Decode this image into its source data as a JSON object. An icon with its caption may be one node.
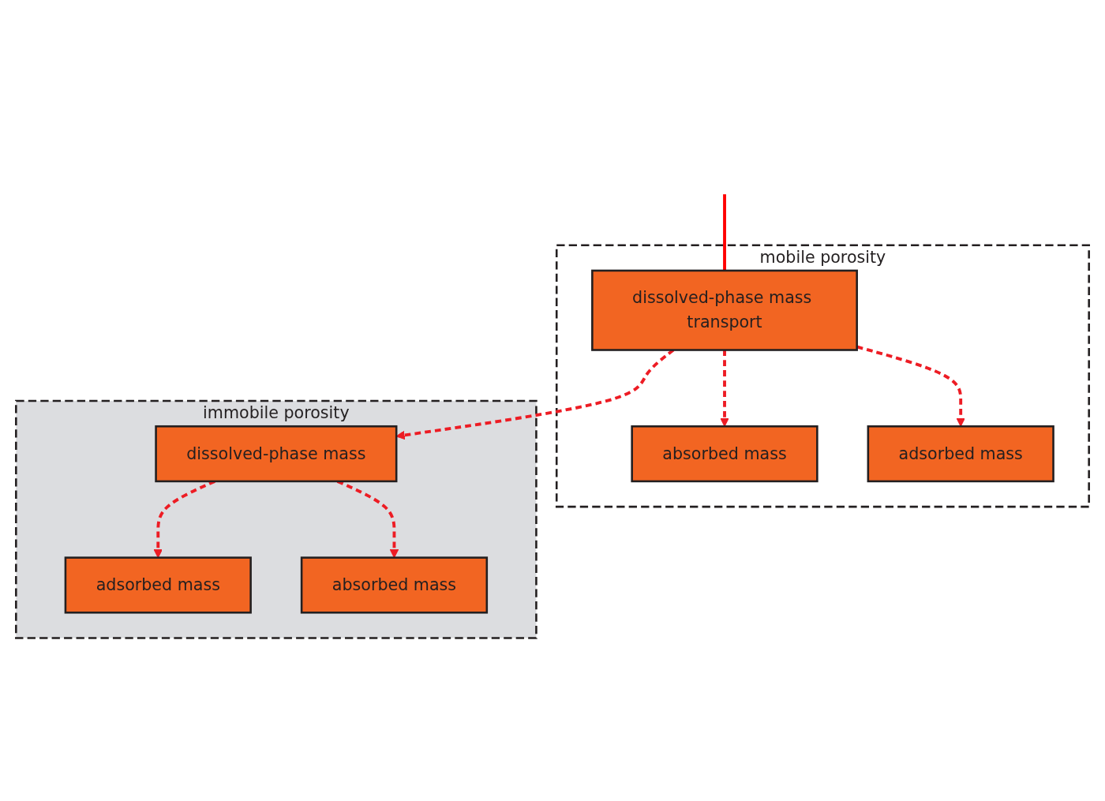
{
  "diagram": {
    "nodes": [
      {
        "text": [
          "mobile porosity"
        ]
      },
      {
        "text": [
          "absorbed mass"
        ],
        "in": 0
      },
      {
        "text": [
          "adsorbed mass"
        ],
        "in": 0
      },
      {
        "text": [
          "dissolved-phase mass transport"
        ],
        "in": 0
      },
      {
        "text": [
          "immobile porosity"
        ]
      },
      {
        "text": [
          "adsorbed mass"
        ],
        "in": 4
      },
      {
        "text": [
          "dissolved-phase mass"
        ],
        "in": 4
      },
      {
        "text": [
          "absorbed mass"
        ],
        "in": 4
      }
    ],
    "edges": [
      {
        "from": null,
        "to": 3,
        "arrow": "none",
        "color": "#ff0000"
      },
      {
        "from": 3,
        "to": 1,
        "arrow": "to",
        "style": "dashed",
        "color": "#ed1c24"
      },
      {
        "from": 3,
        "to": 2,
        "arrow": "to",
        "style": "dashed",
        "color": "#ed1c24"
      },
      {
        "from": 3,
        "to": 6,
        "arrow": "to",
        "style": "dashed",
        "color": "#ed1c24"
      },
      {
        "from": 6,
        "to": 5,
        "arrow": "to",
        "style": "dashed",
        "color": "#ed1c24"
      },
      {
        "from": 6,
        "to": 7,
        "arrow": "to",
        "style": "dashed",
        "color": "#ed1c24"
      }
    ]
  }
}
